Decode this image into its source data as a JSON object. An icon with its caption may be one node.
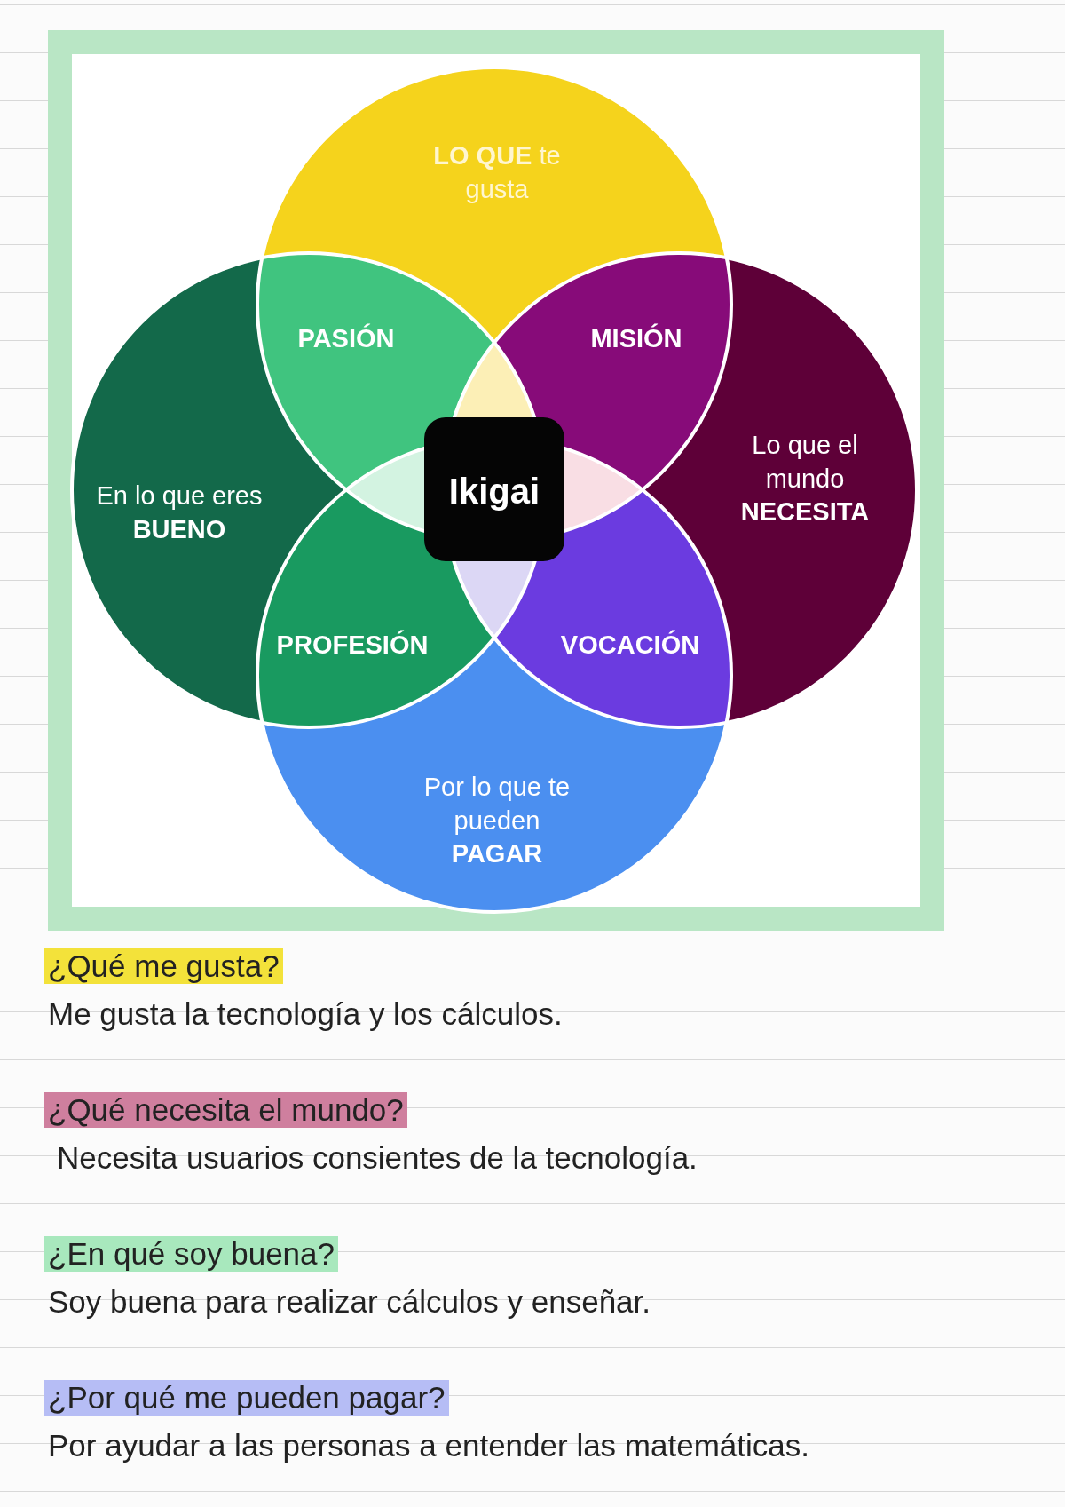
{
  "diagram": {
    "nodes": [
      {
        "text": [
          "**LO QUE** te gusta"
        ]
      },
      {
        "text": [
          "PASIÓN"
        ]
      },
      {
        "text": [
          "MISIÓN"
        ]
      },
      {
        "text": [
          "En lo que eres **BUENO**"
        ]
      },
      {
        "text": [
          "Ikigai"
        ]
      },
      {
        "text": [
          "Lo que el mundo **NECESITA**"
        ]
      },
      {
        "text": [
          "PROFESIÓN"
        ]
      },
      {
        "text": [
          "VOCACIÓN"
        ]
      },
      {
        "text": [
          "Por lo que te pueden **PAGAR**"
        ]
      }
    ],
    "labels": [
      "¿Qué me gusta?",
      "Me gusta la tecnología y los cálculos.",
      "¿Qué necesita el mundo?",
      "Necesita usuarios consientes de la tecnología.",
      "¿En qué soy buena?",
      "Soy buena para realizar cálculos y enseñar.",
      "¿Por qué me pueden pagar?",
      "Por ayudar a las personas a entender las matemáticas."
    ]
  }
}
